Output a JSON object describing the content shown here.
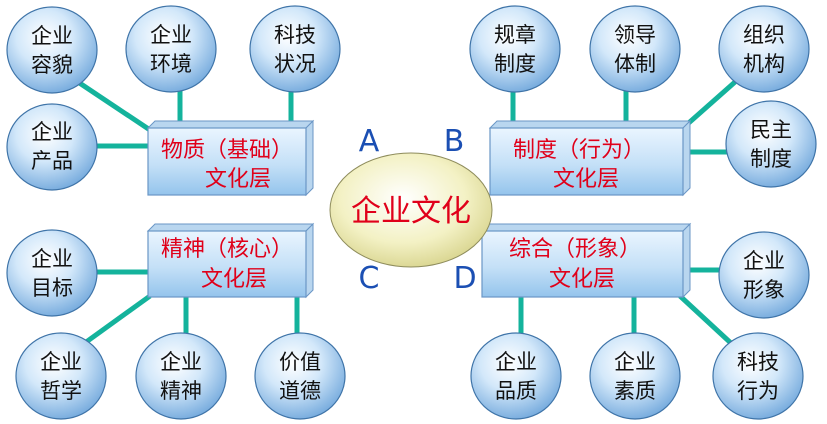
{
  "center": {
    "label": "企业文化"
  },
  "layers": [
    {
      "id": "A",
      "letter": "A",
      "line1": "物质（基础）",
      "line2": "文化层",
      "items": [
        {
          "line1": "企业",
          "line2": "容貌"
        },
        {
          "line1": "企业",
          "line2": "环境"
        },
        {
          "line1": "科技",
          "line2": "状况"
        },
        {
          "line1": "企业",
          "line2": "产品"
        }
      ]
    },
    {
      "id": "B",
      "letter": "B",
      "line1": "制度（行为）",
      "line2": "文化层",
      "items": [
        {
          "line1": "规章",
          "line2": "制度"
        },
        {
          "line1": "领导",
          "line2": "体制"
        },
        {
          "line1": "组织",
          "line2": "机构"
        },
        {
          "line1": "民主",
          "line2": "制度"
        }
      ]
    },
    {
      "id": "C",
      "letter": "C",
      "line1": "精神（核心）",
      "line2": "文化层",
      "items": [
        {
          "line1": "企业",
          "line2": "目标"
        },
        {
          "line1": "企业",
          "line2": "哲学"
        },
        {
          "line1": "企业",
          "line2": "精神"
        },
        {
          "line1": "价值",
          "line2": "道德"
        }
      ]
    },
    {
      "id": "D",
      "letter": "D",
      "line1": "综合（形象）",
      "line2": "文化层",
      "items": [
        {
          "line1": "企业",
          "line2": "形象"
        },
        {
          "line1": "企业",
          "line2": "品质"
        },
        {
          "line1": "企业",
          "line2": "素质"
        },
        {
          "line1": "科技",
          "line2": "行为"
        }
      ]
    }
  ],
  "colors": {
    "connector": "#14b39c",
    "box_text": "#e0001a",
    "letter": "#1b4fb3",
    "center_text": "#e0001a",
    "bubble_fill": "#8fc1ec"
  }
}
